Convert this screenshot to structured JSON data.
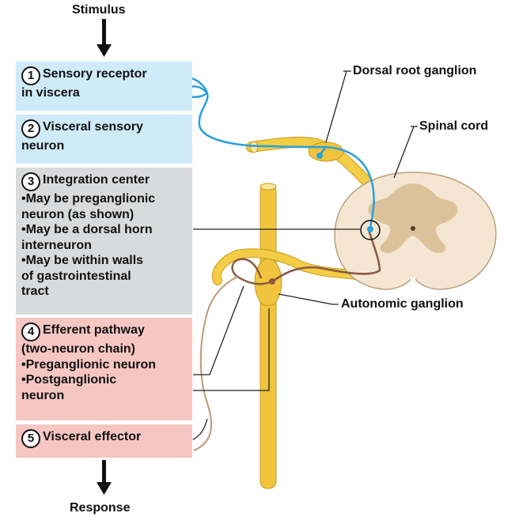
{
  "flow": {
    "stimulus": "Stimulus",
    "response": "Response"
  },
  "steps": [
    {
      "number": "1",
      "lines": [
        "Sensory receptor",
        "in viscera"
      ]
    },
    {
      "number": "2",
      "lines": [
        "Visceral sensory",
        "neuron"
      ]
    },
    {
      "number": "3",
      "lines": [
        "Integration center",
        "•May be preganglionic",
        "neuron (as shown)",
        "•May be a dorsal horn",
        "interneuron",
        "•May be within walls",
        "of gastrointestinal",
        "tract"
      ]
    },
    {
      "number": "4",
      "lines": [
        "Efferent pathway",
        "(two-neuron chain)",
        "•Preganglionic neuron",
        "•Postganglionic",
        "neuron"
      ]
    },
    {
      "number": "5",
      "lines": [
        "Visceral effector"
      ]
    }
  ],
  "labels": {
    "dorsal_root_ganglion": "Dorsal root ganglion",
    "spinal_cord": "Spinal cord",
    "autonomic_ganglion": "Autonomic ganglion"
  },
  "colors": {
    "sensory_neuron": "#2aa0db",
    "nerve": "#f3cd45",
    "efferent_neuron": "#8a5a44",
    "box_sensory": "#cfeaf8",
    "box_integration": "#d9dadb",
    "box_efferent": "#f5c6c2",
    "cord_white_matter": "#f4e6d2",
    "cord_gray_matter": "#dcc29b"
  },
  "icons": [
    "down-arrow-icon",
    "down-arrow-icon"
  ]
}
